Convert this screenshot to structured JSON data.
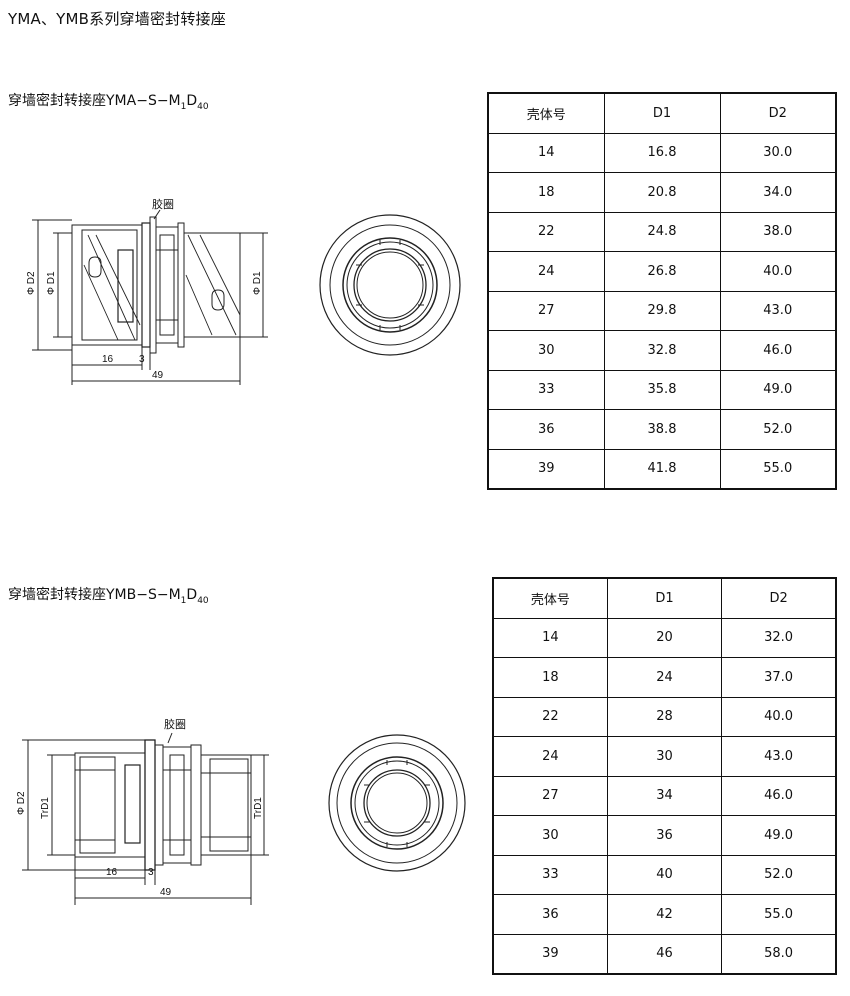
{
  "page_title": "YMA、YMB系列穿墙密封转接座",
  "section_a": {
    "title_main": "穿墙密封转接座YMA−S−M",
    "title_sub1": "1",
    "title_mid": "D",
    "title_sub2": "40",
    "drawing": {
      "seal_label": "胶圈",
      "dim_d2": "Φ D2",
      "dim_d1_left": "Φ D1",
      "dim_d1_right": "Φ D1",
      "dim_16": "16",
      "dim_3": "3",
      "dim_49": "49"
    },
    "table": {
      "headers": [
        "壳体号",
        "D1",
        "D2"
      ],
      "rows": [
        [
          "14",
          "16.8",
          "30.0"
        ],
        [
          "18",
          "20.8",
          "34.0"
        ],
        [
          "22",
          "24.8",
          "38.0"
        ],
        [
          "24",
          "26.8",
          "40.0"
        ],
        [
          "27",
          "29.8",
          "43.0"
        ],
        [
          "30",
          "32.8",
          "46.0"
        ],
        [
          "33",
          "35.8",
          "49.0"
        ],
        [
          "36",
          "38.8",
          "52.0"
        ],
        [
          "39",
          "41.8",
          "55.0"
        ]
      ]
    }
  },
  "section_b": {
    "title_main": "穿墙密封转接座YMB−S−M",
    "title_sub1": "1",
    "title_mid": "D",
    "title_sub2": "40",
    "drawing": {
      "seal_label": "胶圈",
      "dim_d2": "Φ D2",
      "dim_d1_left": "TrD1",
      "dim_d1_right": "TrD1",
      "dim_16": "16",
      "dim_3": "3",
      "dim_49": "49"
    },
    "table": {
      "headers": [
        "壳体号",
        "D1",
        "D2"
      ],
      "rows": [
        [
          "14",
          "20",
          "32.0"
        ],
        [
          "18",
          "24",
          "37.0"
        ],
        [
          "22",
          "28",
          "40.0"
        ],
        [
          "24",
          "30",
          "43.0"
        ],
        [
          "27",
          "34",
          "46.0"
        ],
        [
          "30",
          "36",
          "49.0"
        ],
        [
          "33",
          "40",
          "52.0"
        ],
        [
          "36",
          "42",
          "55.0"
        ],
        [
          "39",
          "46",
          "58.0"
        ]
      ]
    }
  }
}
